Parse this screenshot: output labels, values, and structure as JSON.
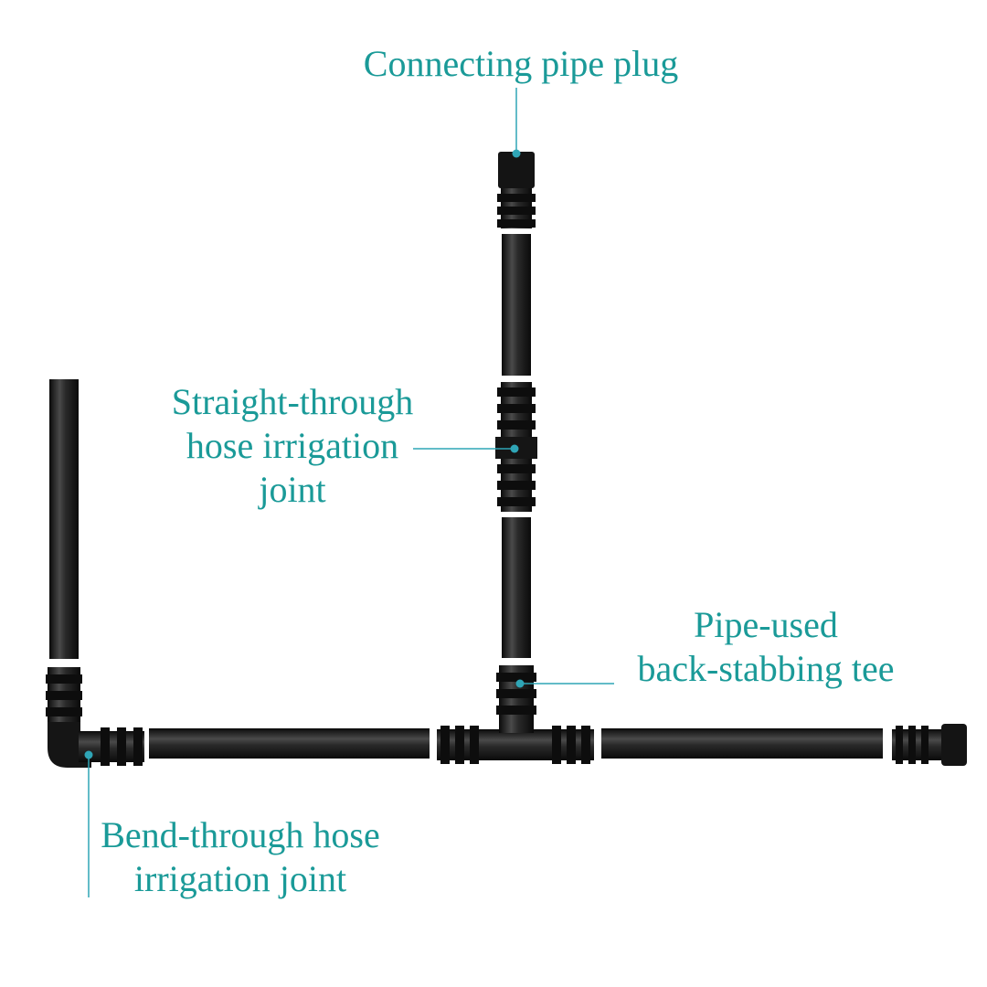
{
  "colors": {
    "label_text": "#1a9a98",
    "leader_line": "#2fa5b6",
    "pipe": "#161616",
    "pipe_highlight": "#5a5a5a"
  },
  "labels": {
    "plug": {
      "line1": "Connecting pipe plug"
    },
    "straight": {
      "line1": "Straight-through",
      "line2": "hose irrigation",
      "line3": "joint"
    },
    "tee": {
      "line1": "Pipe-used",
      "line2": "back-stabbing tee"
    },
    "bend": {
      "line1": "Bend-through hose",
      "line2": "irrigation joint"
    }
  }
}
